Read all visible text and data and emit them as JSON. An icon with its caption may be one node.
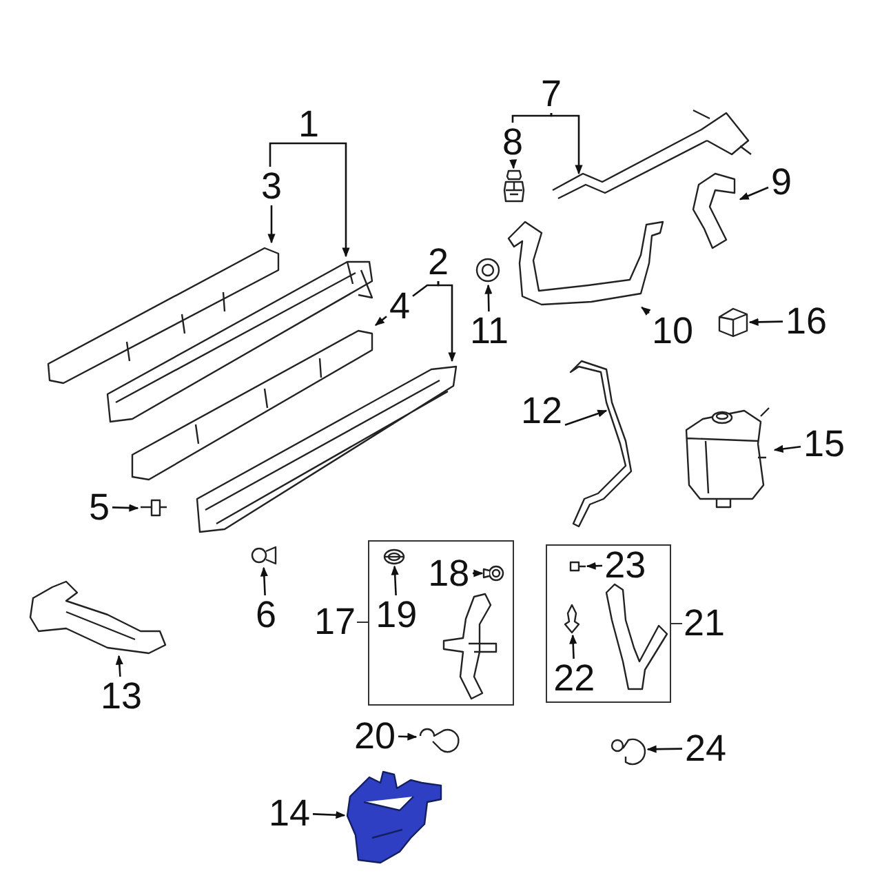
{
  "diagram": {
    "nodes": [
      {
        "text": [
          "1"
        ]
      },
      {
        "text": [
          "3"
        ]
      },
      {
        "text": [],
        "shape": "picture"
      },
      {
        "text": [],
        "shape": "picture"
      },
      {
        "text": [
          "2"
        ]
      },
      {
        "text": [
          "4"
        ]
      },
      {
        "text": [],
        "shape": "picture"
      },
      {
        "text": [],
        "shape": "picture"
      },
      {
        "text": [
          "5"
        ]
      },
      {
        "text": [],
        "shape": "picture"
      },
      {
        "text": [
          "6"
        ]
      },
      {
        "text": [],
        "shape": "picture"
      },
      {
        "text": [
          "7"
        ]
      },
      {
        "text": [
          "8"
        ]
      },
      {
        "text": [],
        "shape": "picture"
      },
      {
        "text": [],
        "shape": "picture"
      },
      {
        "text": [
          "9"
        ]
      },
      {
        "text": [],
        "shape": "picture"
      },
      {
        "text": [
          "10"
        ]
      },
      {
        "text": [],
        "shape": "picture"
      },
      {
        "text": [
          "11"
        ]
      },
      {
        "text": [],
        "shape": "picture"
      },
      {
        "text": [
          "16"
        ]
      },
      {
        "text": [],
        "shape": "picture"
      },
      {
        "text": [
          "12"
        ]
      },
      {
        "text": [],
        "shape": "picture"
      },
      {
        "text": [
          "15"
        ]
      },
      {
        "text": [],
        "shape": "picture"
      },
      {
        "text": [
          "13"
        ]
      },
      {
        "text": [],
        "shape": "picture"
      },
      {
        "text": [
          "17"
        ]
      },
      {
        "text": [
          "19"
        ],
        "in": 30
      },
      {
        "text": [],
        "shape": "picture",
        "in": 30
      },
      {
        "text": [
          "18"
        ],
        "in": 30
      },
      {
        "text": [],
        "shape": "picture",
        "in": 30
      },
      {
        "text": [],
        "shape": "picture",
        "in": 30
      },
      {
        "text": [
          "21"
        ]
      },
      {
        "text": [
          "23"
        ],
        "in": 36
      },
      {
        "text": [],
        "shape": "picture",
        "in": 36
      },
      {
        "text": [
          "22"
        ],
        "in": 36
      },
      {
        "text": [],
        "shape": "picture",
        "in": 36
      },
      {
        "text": [],
        "shape": "picture",
        "in": 36
      },
      {
        "text": [
          "20"
        ]
      },
      {
        "text": [],
        "shape": "picture"
      },
      {
        "text": [
          "14"
        ]
      },
      {
        "text": [],
        "shape": "picture"
      },
      {
        "text": [
          "24"
        ]
      },
      {
        "text": [],
        "shape": "picture"
      }
    ],
    "edges": [
      {
        "from": 0,
        "to": 1,
        "arrow": "none"
      },
      {
        "from": 0,
        "to": 3,
        "arrow": "to"
      },
      {
        "from": 1,
        "to": 2,
        "arrow": "to"
      },
      {
        "from": 4,
        "to": 5,
        "arrow": "none"
      },
      {
        "from": 4,
        "to": 7,
        "arrow": "to"
      },
      {
        "from": 5,
        "to": 6,
        "arrow": "to"
      },
      {
        "from": 8,
        "to": 9,
        "arrow": "to"
      },
      {
        "from": 10,
        "to": 11,
        "arrow": "to"
      },
      {
        "from": 12,
        "to": 13,
        "arrow": "none"
      },
      {
        "from": 12,
        "to": 15,
        "arrow": "to"
      },
      {
        "from": 13,
        "to": 14,
        "arrow": "to"
      },
      {
        "from": 16,
        "to": 17,
        "arrow": "to"
      },
      {
        "from": 18,
        "to": 19,
        "arrow": "to"
      },
      {
        "from": 20,
        "to": 21,
        "arrow": "to"
      },
      {
        "from": 22,
        "to": 23,
        "arrow": "to"
      },
      {
        "from": 24,
        "to": 25,
        "arrow": "to"
      },
      {
        "from": 26,
        "to": 27,
        "arrow": "to"
      },
      {
        "from": 28,
        "to": 29,
        "arrow": "to"
      },
      {
        "from": 31,
        "to": 32,
        "arrow": "to"
      },
      {
        "from": 33,
        "to": 34,
        "arrow": "to"
      },
      {
        "from": 37,
        "to": 38,
        "arrow": "to"
      },
      {
        "from": 39,
        "to": 40,
        "arrow": "to"
      },
      {
        "from": 42,
        "to": 43,
        "arrow": "to"
      },
      {
        "from": 44,
        "to": 45,
        "arrow": "to"
      },
      {
        "from": 46,
        "to": 47,
        "arrow": "to"
      }
    ]
  }
}
